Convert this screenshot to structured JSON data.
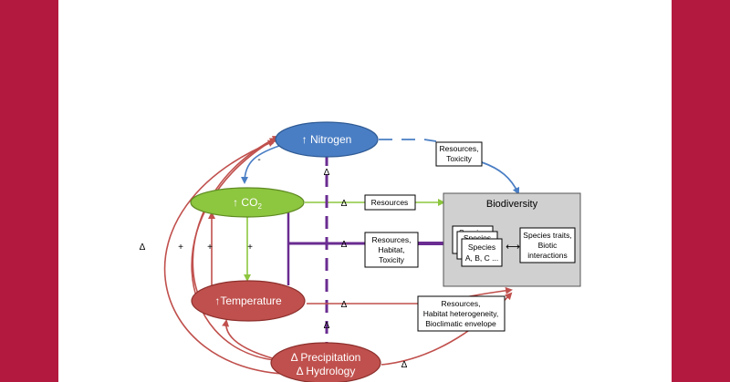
{
  "colors": {
    "frame": "#B3193F",
    "nitrogen": "#4A7EC4",
    "co2": "#8DC63F",
    "temperature": "#C0504D",
    "precipitation": "#C0504D",
    "purple": "#6A2C91",
    "biodiversity_box": "#D0D0D0"
  },
  "nodes": {
    "nitrogen": "↑ Nitrogen",
    "co2_prefix": "↑ CO",
    "co2_sub": "2",
    "temperature": "↑Temperature",
    "precipitation_line1": "Δ Precipitation",
    "precipitation_line2": "Δ Hydrology"
  },
  "boxes": {
    "nitrogen_effects": [
      "Resources,",
      "Toxicity"
    ],
    "co2_effects": [
      "Resources"
    ],
    "purple_effects": [
      "Resources,",
      "Habitat,",
      "Toxicity"
    ],
    "temperature_effects": [
      "Resources,",
      "Habitat heterogeneity,",
      "Bioclimatic envelope"
    ],
    "biodiversity_title": "Biodiversity",
    "species_back": "Species",
    "species_mid": "Species",
    "species_front": [
      "Species",
      "A, B, C ..."
    ],
    "traits": [
      "Species traits,",
      "Biotic",
      "interactions"
    ]
  },
  "signs": {
    "delta": "Δ",
    "plus": "+",
    "minus": "-",
    "double_arrow": "⟷"
  }
}
